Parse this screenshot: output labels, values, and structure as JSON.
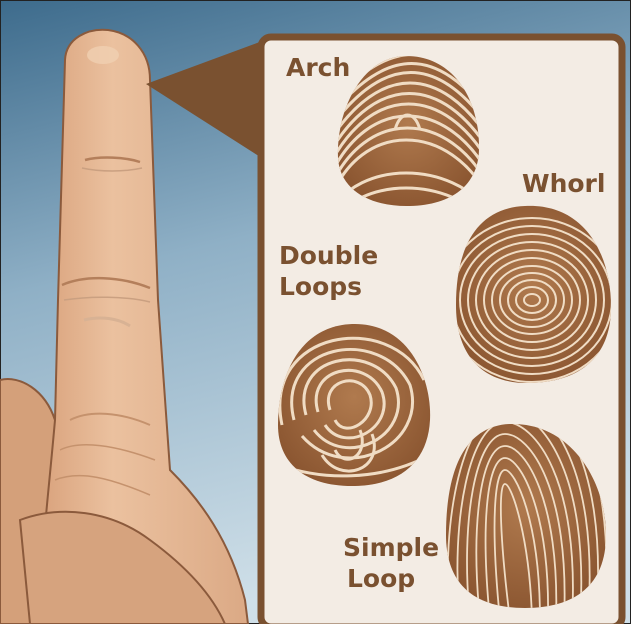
{
  "labels": {
    "arch": "Arch",
    "whorl": "Whorl",
    "double_loops": [
      "Double",
      "Loops"
    ],
    "simple_loop": [
      "Simple",
      "Loop"
    ]
  },
  "colors": {
    "background_top": "#3f6f8f",
    "background_bottom": "#c9dbe5",
    "panel_fill": "#f3ece4",
    "panel_border": "#7a5130",
    "skin": "#e6b996",
    "skin_dark": "#c9906a",
    "print_ink": "#9a6238",
    "print_light": "#f0dcc4"
  },
  "icons": [
    "finger",
    "magnifier-callout",
    "fingerprint-arch",
    "fingerprint-whorl",
    "fingerprint-double-loops",
    "fingerprint-simple-loop"
  ]
}
